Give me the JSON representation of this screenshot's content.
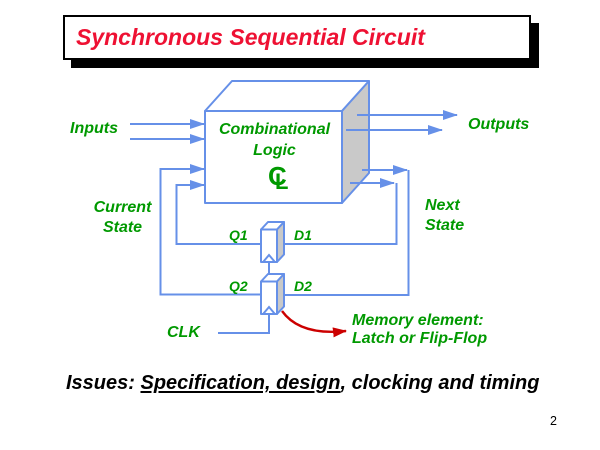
{
  "slide": {
    "title": "Synchronous Sequential Circuit",
    "page_number": "2",
    "footer": {
      "prefix": "Issues: ",
      "underlined": "Specification, design",
      "suffix": ", clocking and timing"
    }
  },
  "diagram": {
    "box": {
      "line1": "Combinational",
      "line2": "Logic",
      "monogram_c": "C",
      "monogram_l": "L"
    },
    "labels": {
      "inputs": "Inputs",
      "outputs": "Outputs",
      "current_state_line1": "Current",
      "current_state_line2": "State",
      "next_state_line1": "Next",
      "next_state_line2": "State",
      "q1": "Q1",
      "d1": "D1",
      "q2": "Q2",
      "d2": "D2",
      "clk": "CLK",
      "memory_line1": "Memory element:",
      "memory_line2": "Latch or Flip-Flop"
    },
    "colors": {
      "line_blue": "#6690e8",
      "face_gray": "#c9c9c9",
      "text_green": "#009900",
      "title_red": "#ee1133",
      "arrow_red": "#cc0000"
    }
  }
}
